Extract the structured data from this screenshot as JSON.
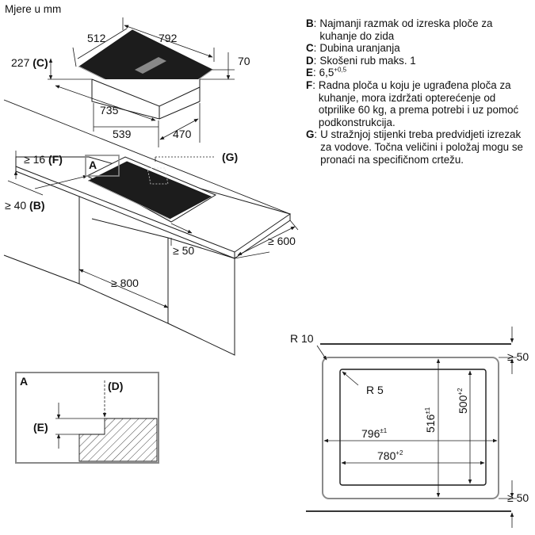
{
  "units_label": "Mjere u mm",
  "notes": [
    {
      "key": "B",
      "text": "Najmanji razmak od izreska ploče za kuhanje do zida"
    },
    {
      "key": "C",
      "text": "Dubina uranjanja"
    },
    {
      "key": "D",
      "text": "Skošeni rub maks. 1"
    },
    {
      "key": "E",
      "text": "6,5",
      "sup": "+0,5"
    },
    {
      "key": "F",
      "text": "Radna ploča u koju je ugrađena ploča za kuhanje, mora izdržati opterećenje od otprilike 60 kg, a prema potrebi i uz pomoć podkonstrukcija."
    },
    {
      "key": "G",
      "text": "U stražnjoj stijenki treba predvidjeti izrezak za vodove. Točna veličini i položaj mogu se pronaći na specifičnom crtežu."
    }
  ],
  "hob_dims": {
    "width": "792",
    "depth": "512",
    "immersion": "227",
    "immersion_ref": "(C)",
    "height": "70",
    "box_width": "735",
    "box_depth": "539",
    "box_offset": "470"
  },
  "worktop_dims": {
    "min_thickness": "≥ 16",
    "thickness_ref": "(F)",
    "wall_gap": "≥ 40",
    "wall_ref": "(B)",
    "rear_ref": "(G)",
    "front_gap": "≥ 50",
    "depth": "≥ 600",
    "cabinet": "≥ 800",
    "detail_marker": "A"
  },
  "detail": {
    "label": "A",
    "d_ref": "(D)",
    "e_ref": "(E)"
  },
  "cutout": {
    "corner_outer": "R 10",
    "corner_inner": "R 5",
    "outer_width": "796",
    "outer_width_tol": "±1",
    "inner_width": "780",
    "inner_width_tol": "+2",
    "outer_depth": "516",
    "outer_depth_tol": "±1",
    "inner_depth": "500",
    "inner_depth_tol": "+2",
    "top_gap": "≥ 50",
    "bottom_gap": "≥ 50"
  },
  "colors": {
    "line": "#1a1a1a",
    "hob_glass": "#1c1c1c",
    "marker_box": "#8a8a8a",
    "hatch": "#444444"
  }
}
